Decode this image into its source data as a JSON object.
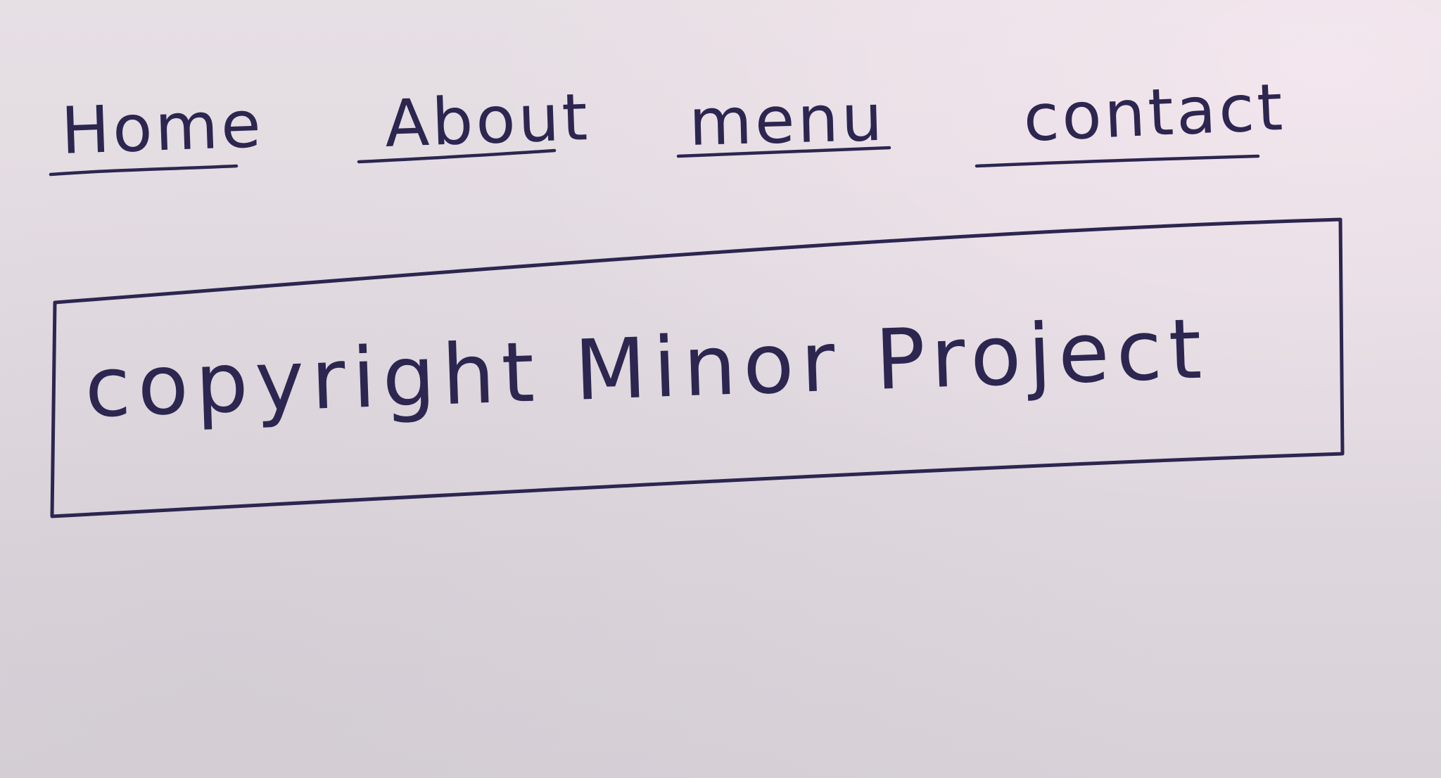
{
  "nav": {
    "items": [
      {
        "label": "Home"
      },
      {
        "label": "About"
      },
      {
        "label": "menu"
      },
      {
        "label": "contact"
      }
    ]
  },
  "footer": {
    "text": "copyright Minor Project"
  }
}
